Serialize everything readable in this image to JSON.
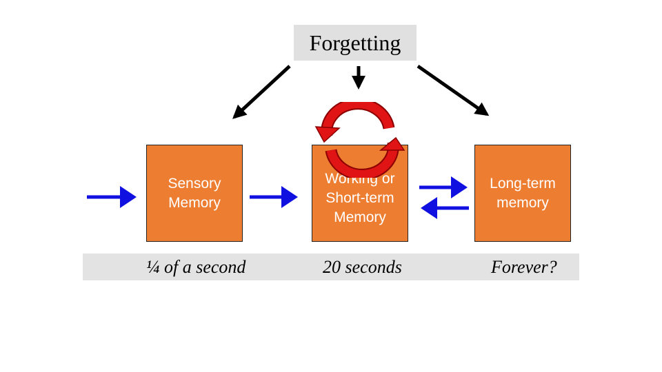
{
  "forgetting": {
    "label": "Forgetting"
  },
  "stores": [
    {
      "lines": [
        "Sensory",
        "Memory"
      ],
      "duration": "¼ of a second"
    },
    {
      "lines": [
        "Working or",
        "Short-term",
        "Memory"
      ],
      "duration": "20 seconds"
    },
    {
      "lines": [
        "Long-term",
        "memory"
      ],
      "duration": "Forever?"
    }
  ],
  "colors": {
    "box_fill": "#ed7d31",
    "flow_arrow": "#1010e0",
    "forget_arrow": "#000000",
    "rehearsal_loop": "#e01414",
    "duration_band": "#e3e3e3"
  },
  "icons": {
    "rehearsal": "circular-arrows-icon",
    "flow": "right-arrow-icon",
    "retrieval": "left-arrow-icon"
  }
}
